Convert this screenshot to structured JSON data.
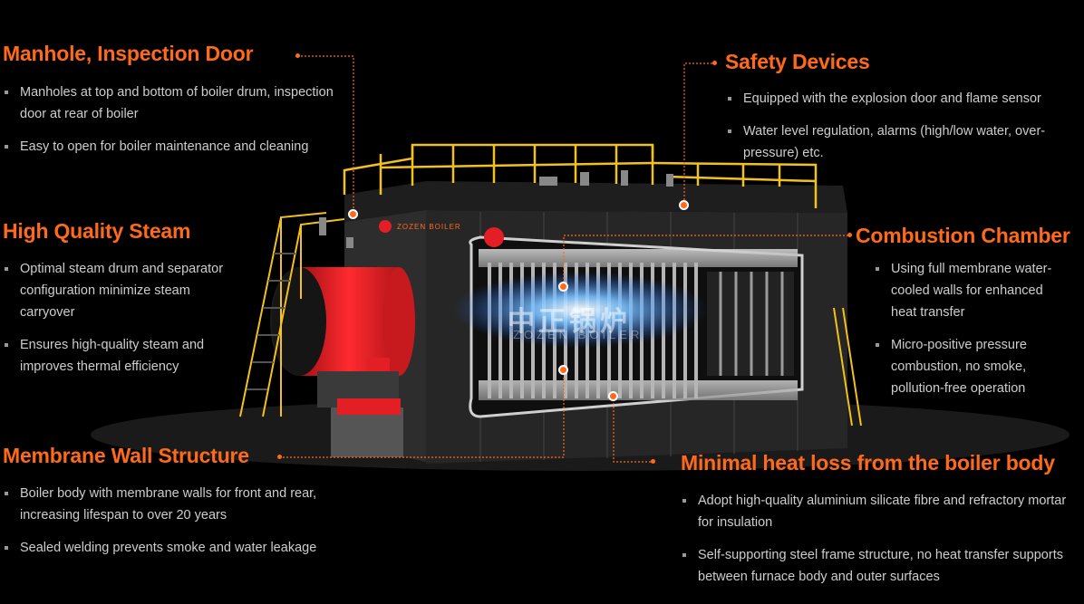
{
  "brand": {
    "watermark": "中正锅炉",
    "watermark_sub": "ZOZEN BOILER",
    "plate": "ZOZEN BOILER"
  },
  "colors": {
    "accent": "#ff6a1a",
    "railing": "#f2c21a",
    "burner": "#e31e24",
    "body": "#2a2a2a"
  },
  "sections": {
    "manhole": {
      "title": "Manhole, Inspection Door",
      "items": [
        "Manholes at top and bottom of boiler drum, inspection door at rear of boiler",
        "Easy to open for boiler maintenance and cleaning"
      ]
    },
    "steam": {
      "title": "High Quality Steam",
      "items": [
        "Optimal steam drum and separator configuration minimize steam carryover",
        "Ensures high-quality steam and improves thermal efficiency"
      ]
    },
    "membrane": {
      "title": "Membrane Wall Structure",
      "items": [
        "Boiler body with membrane walls for front and rear, increasing lifespan to over 20 years",
        "Sealed welding prevents smoke and water leakage"
      ]
    },
    "safety": {
      "title": "Safety Devices",
      "items": [
        "Equipped with the explosion door and flame sensor",
        "Water level regulation, alarms (high/low water, over-pressure) etc."
      ]
    },
    "combustion": {
      "title": "Combustion Chamber",
      "items": [
        "Using full membrane water-cooled walls for enhanced heat transfer",
        "Micro-positive pressure combustion, no smoke, pollution-free operation"
      ]
    },
    "heatloss": {
      "title": "Minimal heat loss from the boiler body",
      "items": [
        "Adopt high-quality aluminium silicate fibre and refractory mortar for insulation",
        "Self-supporting steel frame structure, no heat transfer supports between furnace body and outer surfaces"
      ]
    }
  }
}
